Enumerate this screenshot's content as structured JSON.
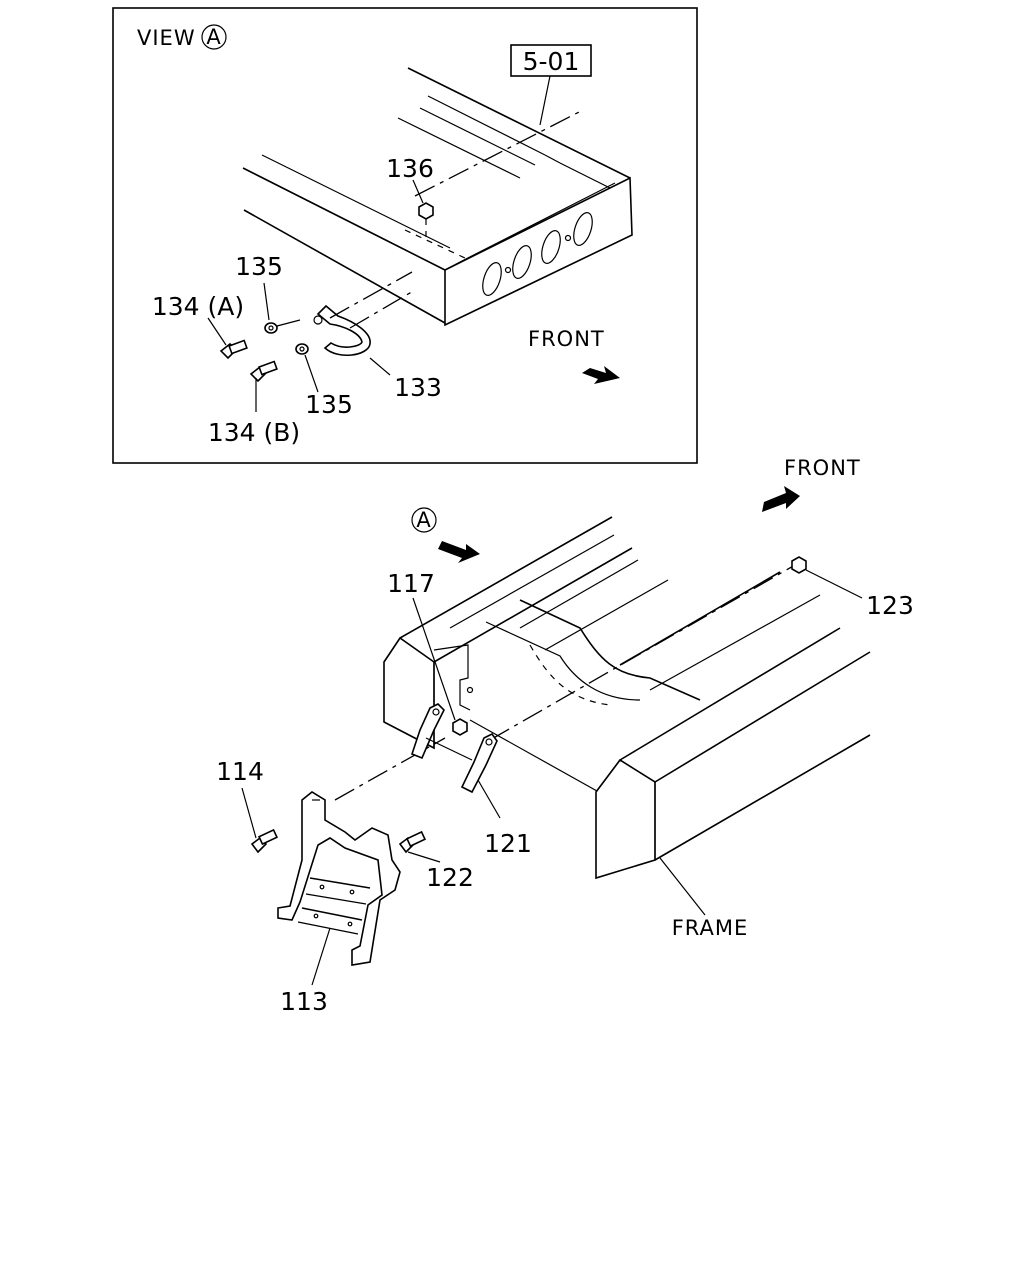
{
  "inset": {
    "view_label": "VIEW",
    "view_letter": "A",
    "ref_box": "5-01",
    "front_label": "FRONT",
    "callouts": {
      "c136": "136",
      "c135a": "135",
      "c134a": "134 (A)",
      "c135b": "135",
      "c133": "133",
      "c134b": "134 (B)"
    }
  },
  "main": {
    "front_label": "FRONT",
    "view_marker": "A",
    "callouts": {
      "c117": "117",
      "c123": "123",
      "c114": "114",
      "c121": "121",
      "c122": "122",
      "c113": "113",
      "frame": "FRAME"
    }
  },
  "icons": {
    "front_arrow_inset": "front-arrow-icon",
    "front_arrow_main": "front-arrow-icon",
    "view_arrow": "view-direction-arrow-icon"
  }
}
